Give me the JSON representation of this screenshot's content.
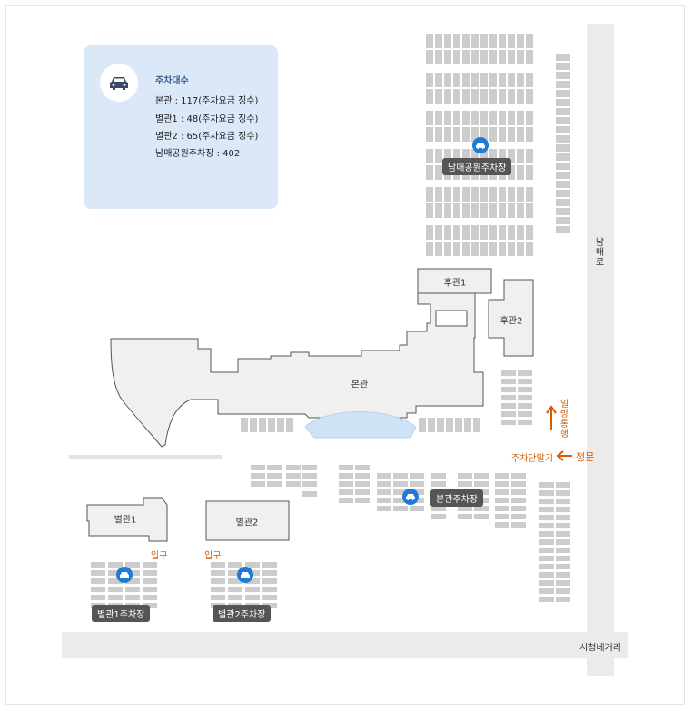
{
  "info": {
    "title": "주차대수",
    "lines": [
      "본관 : 117(주차요금 징수)",
      "별관1 : 48(주차요금 징수)",
      "별관2 : 65(주차요금 징수)",
      "남매공원주차장 : 402"
    ]
  },
  "buildings": {
    "main": "본관",
    "rear1": "후관1",
    "rear2": "후관2",
    "annex1": "별관1",
    "annex2": "별관2"
  },
  "parking": {
    "park_lot": "남매공원주차장",
    "main_lot": "본관주차장",
    "annex1_lot": "별관1주차장",
    "annex2_lot": "별관2주차장"
  },
  "roads": {
    "nammae_ro": "남매로",
    "intersection": "시청네거리"
  },
  "labels": {
    "entrance1": "입구",
    "entrance2": "입구",
    "one_way": "일방통행",
    "ticket_machine": "주차단말기",
    "main_gate": "정문"
  },
  "colors": {
    "info_bg": "#dbe8f7",
    "building_fill": "#f0f0f0",
    "building_stroke": "#555555",
    "parking_stall": "#cccccc",
    "pin": "#1f7bd8",
    "accent_orange": "#d65a00",
    "pond": "#cfe3f6"
  },
  "icons": {
    "car": "car-icon",
    "parking_pin": "parking-pin-icon",
    "arrow_up": "arrow-up-icon",
    "arrow_left": "arrow-left-icon"
  }
}
